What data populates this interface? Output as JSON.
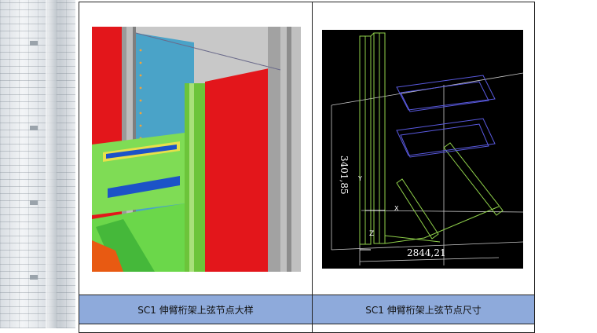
{
  "table": {
    "captions": [
      "SC1 伸臂桁架上弦节点大样",
      "SC1 伸臂桁架上弦节点尺寸"
    ]
  },
  "figure_right": {
    "dimension_vertical": "3401,85",
    "dimension_horizontal": "2844,21",
    "axis_labels": [
      "Z",
      "X",
      "Y"
    ]
  }
}
